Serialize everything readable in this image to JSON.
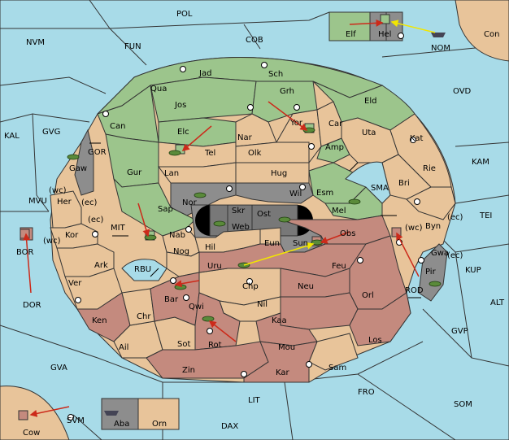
{
  "colors": {
    "sea": "#a8dbe8",
    "green": "#9cc58c",
    "tan": "#e8c49a",
    "red": "#c48a7e",
    "gray": "#8d8d8d",
    "arrow_red": "#cc2a1a",
    "arrow_yellow": "#f2e600"
  },
  "sea_labels": [
    "POL",
    "COB",
    "FUN",
    "NVM",
    "OVD",
    "KAL",
    "GVG",
    "KAM",
    "MVU",
    "TEI",
    "ALT",
    "KUP",
    "GVP",
    "GVA",
    "FRO",
    "SOM",
    "LIT",
    "DAX",
    "SVM",
    "SMA",
    "GOR",
    "MIT",
    "RBU",
    "ROD",
    "DOR",
    "BOR",
    "NOM"
  ],
  "land_labels": [
    "Con",
    "Elf",
    "Hel",
    "Jad",
    "Sch",
    "Qua",
    "Jos",
    "Grh",
    "Eld",
    "Can",
    "Elc",
    "Nar",
    "Yor",
    "Car",
    "Uta",
    "Kat",
    "Tel",
    "Olk",
    "Amp",
    "Gur",
    "Lan",
    "Hug",
    "Bri",
    "Rie",
    "Gaw",
    "Wil",
    "Esm",
    "Her",
    "Nor",
    "Skr",
    "Ost",
    "Mel",
    "Sap",
    "Web",
    "Byn",
    "Kor",
    "Nab",
    "Obs",
    "Eun",
    "Sun",
    "Gwa",
    "Hil",
    "Ark",
    "Nog",
    "Uru",
    "Feu",
    "Pir",
    "Ver",
    "Chp",
    "Neu",
    "Bar",
    "Qwi",
    "Orl",
    "Ken",
    "Chr",
    "Nil",
    "Kaa",
    "Ail",
    "Rot",
    "Sot",
    "Mou",
    "Los",
    "Zin",
    "Kar",
    "Sam",
    "Cow",
    "Aba",
    "Orn"
  ],
  "coast_labels": [
    "(wc)",
    "(ec)",
    "(ec)",
    "(wc)",
    "(wc)",
    "(ec)",
    "(ec)"
  ]
}
